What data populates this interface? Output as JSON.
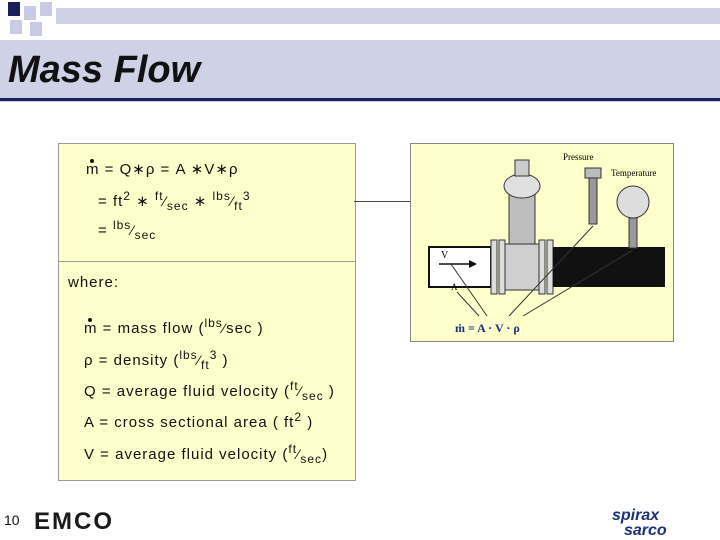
{
  "slide": {
    "title": "Mass Flow",
    "page_number": "10"
  },
  "formula": {
    "line1": {
      "m": "m",
      "text": " = Q∗ρ = A ∗V∗ρ"
    },
    "line2": {
      "eq": "= ",
      "ft": "ft",
      "exp2": "2",
      "star1": " ∗ ",
      "ft_num": "ft",
      "slash1": "⁄",
      "sec": "sec",
      "star2": " ∗ ",
      "lbs": "lbs",
      "slash2": "⁄",
      "ft3": "ft",
      "exp3": "3"
    },
    "line3": {
      "eq": "= ",
      "lbs": "lbs",
      "slash": "⁄",
      "sec": "sec"
    }
  },
  "where": {
    "label": "where:",
    "items": [
      {
        "sym": "m",
        "desc": " = mass flow (",
        "num": "lbs",
        "slash": "⁄",
        "den": "sec",
        "close": " )"
      },
      {
        "sym": "ρ",
        "desc": " = density (",
        "num": "lbs",
        "slash": "⁄",
        "den": "ft",
        "exp": "3",
        "close": " )"
      },
      {
        "sym": "Q",
        "desc": " = average fluid velocity (",
        "num": "ft",
        "slash": "⁄",
        "den": "sec",
        "close": " )"
      },
      {
        "sym": "A",
        "desc": " = cross sectional area ( ft",
        "exp": "2",
        "close": " )"
      },
      {
        "sym": "V",
        "desc": " = average fluid velocity (",
        "num": "ft",
        "slash": "⁄",
        "den": "sec",
        "close": ")"
      }
    ]
  },
  "diagram": {
    "pressure": "Pressure",
    "temperature": "Temperature",
    "v_label": "V",
    "a_label": "A",
    "equation": "ṁ = A · V · ρ"
  },
  "logos": {
    "emco": "EMCO",
    "spirax_1": "spirax",
    "spirax_2": "sarco"
  }
}
